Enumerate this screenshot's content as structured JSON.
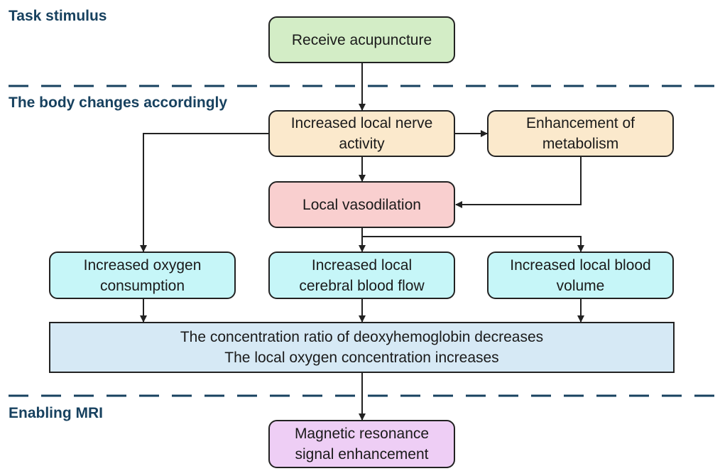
{
  "sections": {
    "task_stimulus": "Task stimulus",
    "body_changes": "The body changes accordingly",
    "enabling_mri": "Enabling MRI"
  },
  "nodes": {
    "receive_acupuncture": {
      "label": "Receive acupuncture",
      "color": "#d3edc6"
    },
    "nerve_activity": {
      "label": "Increased local nerve\nactivity",
      "color": "#fbe9cc"
    },
    "metabolism": {
      "label": "Enhancement of\nmetabolism",
      "color": "#fbe9cc"
    },
    "vasodilation": {
      "label": "Local vasodilation",
      "color": "#f9cfcf"
    },
    "oxygen_consumption": {
      "label": "Increased oxygen\nconsumption",
      "color": "#c6f6f8"
    },
    "cerebral_blood_flow": {
      "label": "Increased local\ncerebral blood flow",
      "color": "#c6f6f8"
    },
    "blood_volume": {
      "label": "Increased local blood\nvolume",
      "color": "#c6f6f8"
    },
    "concentration": {
      "label": "The concentration ratio of deoxyhemoglobin decreases\nThe local oxygen concentration increases",
      "color": "#d6e9f5"
    },
    "mr_signal": {
      "label": "Magnetic resonance\nsignal enhancement",
      "color": "#eecef5"
    }
  },
  "colors": {
    "divider": "#17415f",
    "section_text": "#17415f",
    "arrow": "#222222"
  }
}
